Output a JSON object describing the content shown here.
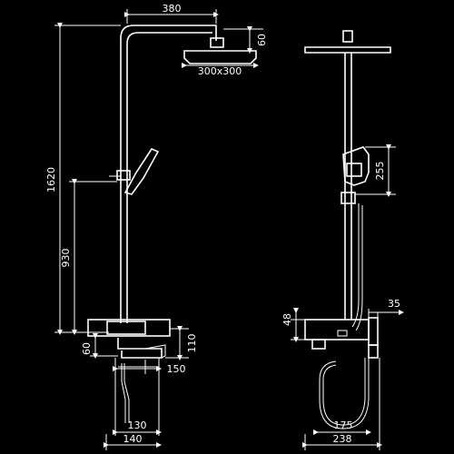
{
  "dimensions": {
    "head_arm_length": "380",
    "head_thickness": "60",
    "head_size": "300x300",
    "total_height": "1620",
    "diverter_height": "930",
    "handshower_height": "255",
    "spout_height": "110",
    "valve_offset": "60",
    "spout_depth": "150",
    "wall_depth": "48",
    "handle_width": "35",
    "spout_reach": "130",
    "base_reach": "140",
    "center_distance": "175",
    "overall_width": "238"
  }
}
